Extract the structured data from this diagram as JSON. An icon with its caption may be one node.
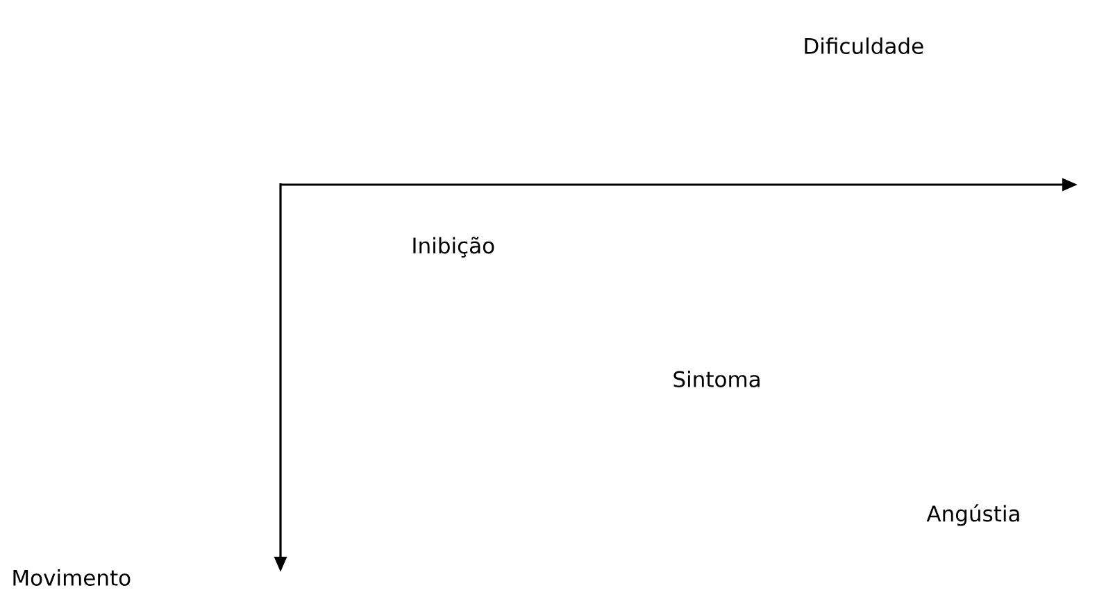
{
  "diagram": {
    "labels": [
      "Dificuldade",
      "Inibição",
      "Sintoma",
      "Angústia",
      "Movimento"
    ]
  }
}
